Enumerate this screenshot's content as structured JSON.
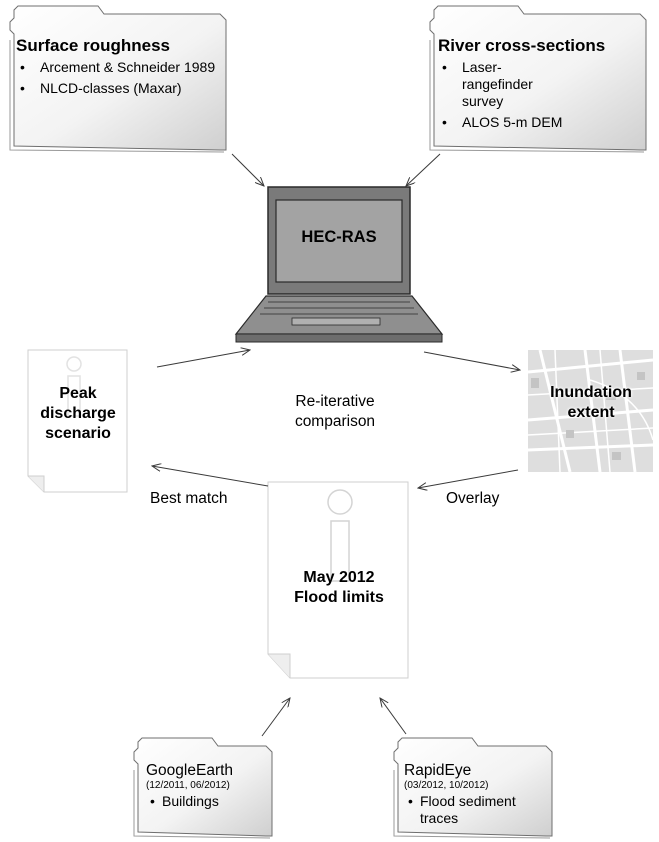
{
  "folders": {
    "surface_roughness": {
      "title": "Surface roughness",
      "items": [
        "Arcement & Schneider 1989",
        "NLCD-classes (Maxar)"
      ]
    },
    "river_cross_sections": {
      "title": "River cross-sections",
      "items": [
        "Laser-rangefinder survey",
        "ALOS 5-m DEM"
      ]
    },
    "google_earth": {
      "title": "GoogleEarth",
      "dates": "(12/2011, 06/2012)",
      "items": [
        "Buildings"
      ]
    },
    "rapid_eye": {
      "title": "RapidEye",
      "dates": "(03/2012, 10/2012)",
      "items": [
        "Flood sediment traces"
      ]
    }
  },
  "laptop": {
    "label": "HEC-RAS"
  },
  "peak_discharge": {
    "label": "Peak discharge scenario"
  },
  "inundation": {
    "label": "Inundation extent"
  },
  "flood_limits": {
    "line1": "May 2012",
    "line2": "Flood limits"
  },
  "labels": {
    "reiterative_line1": "Re-iterative",
    "reiterative_line2": "comparison",
    "best_match": "Best match",
    "overlay": "Overlay"
  }
}
